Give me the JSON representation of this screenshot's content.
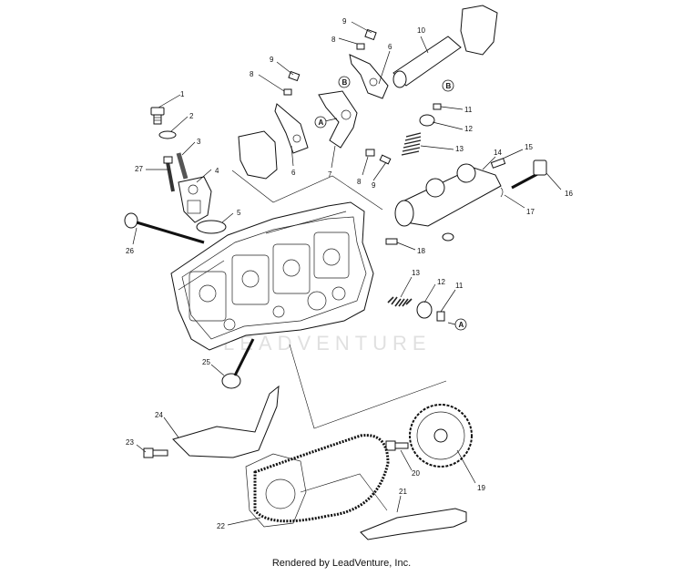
{
  "watermark": "LEADVENTURE",
  "footer": "Rendered by LeadVenture, Inc.",
  "callouts": {
    "c1": "1",
    "c2": "2",
    "c3": "3",
    "c4": "4",
    "c5": "5",
    "c6a": "6",
    "c6b": "6",
    "c7": "7",
    "c8a": "8",
    "c8b": "8",
    "c8c": "8",
    "c9a": "9",
    "c9b": "9",
    "c9c": "9",
    "c10": "10",
    "c11a": "11",
    "c11b": "11",
    "c12a": "12",
    "c12b": "12",
    "c13a": "13",
    "c13b": "13",
    "c14": "14",
    "c15": "15",
    "c16": "16",
    "c17": "17",
    "c18": "18",
    "c19": "19",
    "c20": "20",
    "c21": "21",
    "c22": "22",
    "c23": "23",
    "c24": "24",
    "c25": "25",
    "c26": "26",
    "c27": "27"
  },
  "refs": {
    "a1": "A",
    "a2": "A",
    "b1": "B",
    "b2": "B"
  }
}
